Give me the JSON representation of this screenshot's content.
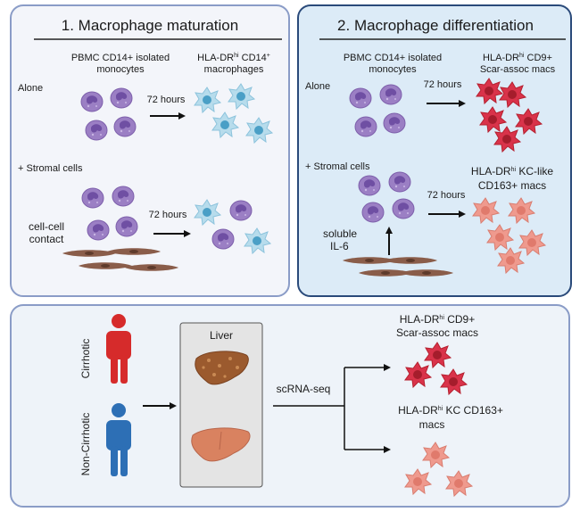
{
  "panel1": {
    "title": "1.   Macrophage maturation",
    "col_left": [
      "PBMC CD14+ isolated",
      "monocytes"
    ],
    "col_right_a": "HLA-DR",
    "col_right_sup": "hi",
    "col_right_b": " CD14",
    "col_right_plus": "+",
    "col_right_line2": "macrophages",
    "row1_label": "Alone",
    "row2_label": "+ Stromal cells",
    "arrow1_label": "72 hours",
    "arrow2_label": "72 hours",
    "contact_label": [
      "cell-cell",
      "contact"
    ]
  },
  "panel2": {
    "title": "2.   Macrophage differentiation",
    "col_left": [
      "PBMC CD14+ isolated",
      "monocytes"
    ],
    "col_right_a": "HLA-DR",
    "col_right_sup": "hi",
    "col_right_b": " CD9+",
    "col_right_line2": "Scar-assoc macs",
    "row1_label": "Alone",
    "row2_label": "+ Stromal cells",
    "arrow1_label": "72 hours",
    "arrow2_label": "72 hours",
    "out2_a": "HLA-DR",
    "out2_sup": "hi",
    "out2_b": " KC-like",
    "out2_line2": "CD163+  macs",
    "soluble_label": [
      "soluble",
      "IL-6"
    ]
  },
  "panel3": {
    "cirrhotic_label": "Cirrhotic",
    "noncirrhotic_label": "Non-Cirrhotic",
    "liver_label": "Liver",
    "seq_label": "scRNA-seq",
    "out1_a": "HLA-DR",
    "out1_sup": "hi",
    "out1_b": " CD9+",
    "out1_line2": "Scar-assoc macs",
    "out2_a": "HLA-DR",
    "out2_sup": "hi",
    "out2_b": " KC  CD163+",
    "out2_line2": "macs"
  },
  "colors": {
    "panel_border": "#8a9cc7",
    "panel1_fill": "#f3f5fa",
    "panel2_fill": "#dcebf7",
    "panel2_border": "#2a4a7a",
    "panel3_fill": "#eef3f9",
    "monocyte": "#9b7fc4",
    "monocyte_nucleus": "#6f4fa3",
    "macrophage": "#b7dcec",
    "macrophage_nucleus": "#4a9fc6",
    "scar_mac": "#d9334a",
    "kc_mac": "#ef9a8e",
    "stromal": "#8a5d4a",
    "cirrhotic_person": "#d62b2b",
    "noncirrhotic_person": "#2d6fb5"
  }
}
